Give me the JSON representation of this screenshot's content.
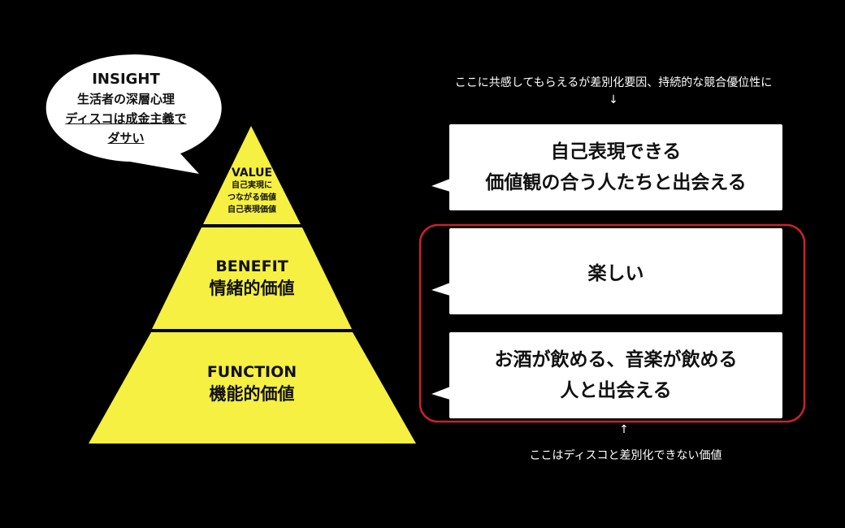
{
  "colors": {
    "background": "#000000",
    "pyramid_fill": "#f5f041",
    "box_fill": "#ffffff",
    "highlight_border": "#c8232b",
    "bubble_fill": "#ffffff",
    "note_text": "#ffffff"
  },
  "insight": {
    "title": "INSIGHT",
    "line1": "生活者の深層心理",
    "line2": "ディスコは成金主義で",
    "line3": "ダサい"
  },
  "pyramid": {
    "value": {
      "title": "VALUE",
      "sub1": "自己実現に",
      "sub2": "つながる価値",
      "sub3": "自己表現価値"
    },
    "benefit": {
      "title": "BENEFIT",
      "sub": "情緒的価値"
    },
    "function": {
      "title": "FUNCTION",
      "sub": "機能的価値"
    }
  },
  "boxes": {
    "value_line1": "自己表現できる",
    "value_line2": "価値観の合う人たちと出会える",
    "benefit_line1": "楽しい",
    "function_line1": "お酒が飲める、音楽が飲める",
    "function_line2": "人と出会える"
  },
  "notes": {
    "top": "ここに共感してもらえるが差別化要因、持続的な競合優位性に",
    "top_arrow": "↓",
    "bottom_arrow": "↑",
    "bottom": "ここはディスコと差別化できない価値"
  }
}
